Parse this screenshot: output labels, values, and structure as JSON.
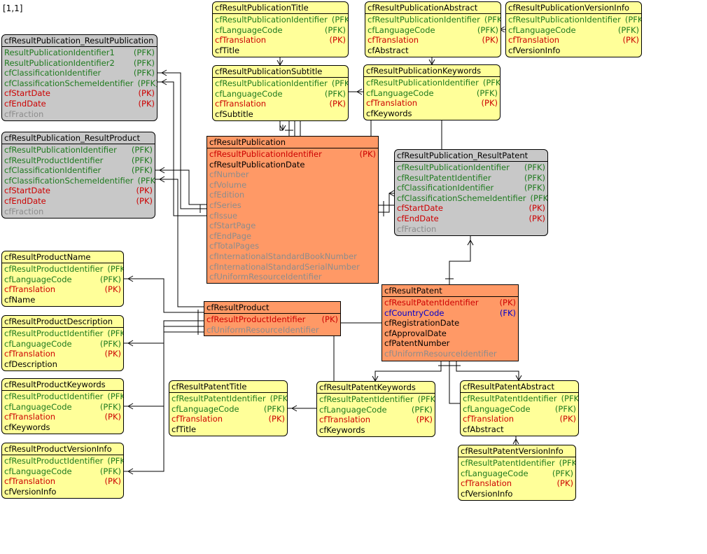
{
  "corner_label": "[1,1]",
  "entities": [
    {
      "id": "rp_title",
      "name": "cfResultPublicationTitle",
      "color": "yellow",
      "attrs": [
        {
          "n": "cfResultPublicationIdentifier",
          "k": "(PFK)",
          "t": "pfk"
        },
        {
          "n": "cfLanguageCode",
          "k": "(PFK)",
          "t": "pfk"
        },
        {
          "n": "cfTranslation",
          "k": "(PK)",
          "t": "pk"
        },
        {
          "n": "cfTitle",
          "k": "",
          "t": "plain"
        }
      ]
    },
    {
      "id": "rp_abstract",
      "name": "cfResultPublicationAbstract",
      "color": "yellow",
      "attrs": [
        {
          "n": "cfResultPublicationIdentifier",
          "k": "(PFK)",
          "t": "pfk"
        },
        {
          "n": "cfLanguageCode",
          "k": "(PFK)",
          "t": "pfk"
        },
        {
          "n": "cfTranslation",
          "k": "(PK)",
          "t": "pk"
        },
        {
          "n": "cfAbstract",
          "k": "",
          "t": "plain"
        }
      ]
    },
    {
      "id": "rp_versioninfo",
      "name": "cfResultPublicationVersionInfo",
      "color": "yellow",
      "attrs": [
        {
          "n": "cfResultPublicationIdentifier",
          "k": "(PFK)",
          "t": "pfk"
        },
        {
          "n": "cfLanguageCode",
          "k": "(PFK)",
          "t": "pfk"
        },
        {
          "n": "cfTranslation",
          "k": "(PK)",
          "t": "pk"
        },
        {
          "n": "cfVersionInfo",
          "k": "",
          "t": "plain"
        }
      ]
    },
    {
      "id": "rp_rp",
      "name": "cfResultPublication_ResultPublication",
      "color": "gray",
      "attrs": [
        {
          "n": "ResultPublicationIdentifier1",
          "k": "(PFK)",
          "t": "pfk"
        },
        {
          "n": "ResultPublicationIdentifier2",
          "k": "(PFK)",
          "t": "pfk"
        },
        {
          "n": "cfClassificationIdentifier",
          "k": "(PFK)",
          "t": "pfk"
        },
        {
          "n": "cfClassificationSchemeIdentifier",
          "k": "(PFK)",
          "t": "pfk"
        },
        {
          "n": "cfStartDate",
          "k": "(PK)",
          "t": "pk"
        },
        {
          "n": "cfEndDate",
          "k": "(PK)",
          "t": "pk"
        },
        {
          "n": "cfFraction",
          "k": "",
          "t": "opt"
        }
      ]
    },
    {
      "id": "rp_subtitle",
      "name": "cfResultPublicationSubtitle",
      "color": "yellow",
      "attrs": [
        {
          "n": "cfResultPublicationIdentifier",
          "k": "(PFK)",
          "t": "pfk"
        },
        {
          "n": "cfLanguageCode",
          "k": "(PFK)",
          "t": "pfk"
        },
        {
          "n": "cfTranslation",
          "k": "(PK)",
          "t": "pk"
        },
        {
          "n": "cfSubtitle",
          "k": "",
          "t": "plain"
        }
      ]
    },
    {
      "id": "rp_keywords",
      "name": "cfResultPublicationKeywords",
      "color": "yellow",
      "attrs": [
        {
          "n": "cfResultPublicationIdentifier",
          "k": "(PFK)",
          "t": "pfk"
        },
        {
          "n": "cfLanguageCode",
          "k": "(PFK)",
          "t": "pfk"
        },
        {
          "n": "cfTranslation",
          "k": "(PK)",
          "t": "pk"
        },
        {
          "n": "cfKeywords",
          "k": "",
          "t": "plain"
        }
      ]
    },
    {
      "id": "rp_rprod",
      "name": "cfResultPublication_ResultProduct",
      "color": "gray",
      "attrs": [
        {
          "n": "cfResultPublicationIdentifier",
          "k": "(PFK)",
          "t": "pfk"
        },
        {
          "n": "cfResultProductIdentifier",
          "k": "(PFK)",
          "t": "pfk"
        },
        {
          "n": "cfClassificationIdentifier",
          "k": "(PFK)",
          "t": "pfk"
        },
        {
          "n": "cfClassificationSchemeIdentifier",
          "k": "(PFK)",
          "t": "pfk"
        },
        {
          "n": "cfStartDate",
          "k": "(PK)",
          "t": "pk"
        },
        {
          "n": "cfEndDate",
          "k": "(PK)",
          "t": "pk"
        },
        {
          "n": "cfFraction",
          "k": "",
          "t": "opt"
        }
      ]
    },
    {
      "id": "rp",
      "name": "cfResultPublication",
      "color": "orange",
      "attrs": [
        {
          "n": "cfResultPublicationIdentifier",
          "k": "(PK)",
          "t": "pk"
        },
        {
          "n": "cfResultPublicationDate",
          "k": "",
          "t": "plain"
        },
        {
          "n": "cfNumber",
          "k": "",
          "t": "opt"
        },
        {
          "n": "cfVolume",
          "k": "",
          "t": "opt"
        },
        {
          "n": "cfEdition",
          "k": "",
          "t": "opt"
        },
        {
          "n": "cfSeries",
          "k": "",
          "t": "opt"
        },
        {
          "n": "cfIssue",
          "k": "",
          "t": "opt"
        },
        {
          "n": "cfStartPage",
          "k": "",
          "t": "opt"
        },
        {
          "n": "cfEndPage",
          "k": "",
          "t": "opt"
        },
        {
          "n": "cfTotalPages",
          "k": "",
          "t": "opt"
        },
        {
          "n": "cfInternationalStandardBookNumber",
          "k": "",
          "t": "opt"
        },
        {
          "n": "cfInternationalStandardSerialNumber",
          "k": "",
          "t": "opt"
        },
        {
          "n": "cfUniformResourceIdentifier",
          "k": "",
          "t": "opt"
        }
      ]
    },
    {
      "id": "rp_rpat",
      "name": "cfResultPublication_ResultPatent",
      "color": "gray",
      "attrs": [
        {
          "n": "cfResultPublicationIdentifier",
          "k": "(PFK)",
          "t": "pfk"
        },
        {
          "n": "cfResultPatentIdentifier",
          "k": "(PFK)",
          "t": "pfk"
        },
        {
          "n": "cfClassificationIdentifier",
          "k": "(PFK)",
          "t": "pfk"
        },
        {
          "n": "cfClassificationSchemeIdentifier",
          "k": "(PFK)",
          "t": "pfk"
        },
        {
          "n": "cfStartDate",
          "k": "(PK)",
          "t": "pk"
        },
        {
          "n": "cfEndDate",
          "k": "(PK)",
          "t": "pk"
        },
        {
          "n": "cfFraction",
          "k": "",
          "t": "opt"
        }
      ]
    },
    {
      "id": "rprod_name",
      "name": "cfResultProductName",
      "color": "yellow",
      "attrs": [
        {
          "n": "cfResultProductIdentifier",
          "k": "(PFK)",
          "t": "pfk"
        },
        {
          "n": "cfLanguageCode",
          "k": "(PFK)",
          "t": "pfk"
        },
        {
          "n": "cfTranslation",
          "k": "(PK)",
          "t": "pk"
        },
        {
          "n": "cfName",
          "k": "",
          "t": "plain"
        }
      ]
    },
    {
      "id": "rprod",
      "name": "cfResultProduct",
      "color": "orange",
      "attrs": [
        {
          "n": "cfResultProductIdentifier",
          "k": "(PK)",
          "t": "pk"
        },
        {
          "n": "cfUniformResourceIdentifier",
          "k": "",
          "t": "opt"
        }
      ]
    },
    {
      "id": "rpat",
      "name": "cfResultPatent",
      "color": "orange",
      "attrs": [
        {
          "n": "cfResultPatentIdentifier",
          "k": "(PK)",
          "t": "pk"
        },
        {
          "n": "cfCountryCode",
          "k": "(FK)",
          "t": "fk"
        },
        {
          "n": "cfRegistrationDate",
          "k": "",
          "t": "plain"
        },
        {
          "n": "cfApprovalDate",
          "k": "",
          "t": "plain"
        },
        {
          "n": "cfPatentNumber",
          "k": "",
          "t": "plain"
        },
        {
          "n": "cfUniformResourceIdentifier",
          "k": "",
          "t": "opt"
        }
      ]
    },
    {
      "id": "rprod_desc",
      "name": "cfResultProductDescription",
      "color": "yellow",
      "attrs": [
        {
          "n": "cfResultProductIdentifier",
          "k": "(PFK)",
          "t": "pfk"
        },
        {
          "n": "cfLanguageCode",
          "k": "(PFK)",
          "t": "pfk"
        },
        {
          "n": "cfTranslation",
          "k": "(PK)",
          "t": "pk"
        },
        {
          "n": "cfDescription",
          "k": "",
          "t": "plain"
        }
      ]
    },
    {
      "id": "rprod_kw",
      "name": "cfResultProductKeywords",
      "color": "yellow",
      "attrs": [
        {
          "n": "cfResultProductIdentifier",
          "k": "(PFK)",
          "t": "pfk"
        },
        {
          "n": "cfLanguageCode",
          "k": "(PFK)",
          "t": "pfk"
        },
        {
          "n": "cfTranslation",
          "k": "(PK)",
          "t": "pk"
        },
        {
          "n": "cfKeywords",
          "k": "",
          "t": "plain"
        }
      ]
    },
    {
      "id": "rpat_title",
      "name": "cfResultPatentTitle",
      "color": "yellow",
      "attrs": [
        {
          "n": "cfResultPatentIdentifier",
          "k": "(PFK)",
          "t": "pfk"
        },
        {
          "n": "cfLanguageCode",
          "k": "(PFK)",
          "t": "pfk"
        },
        {
          "n": "cfTranslation",
          "k": "(PK)",
          "t": "pk"
        },
        {
          "n": "cfTitle",
          "k": "",
          "t": "plain"
        }
      ]
    },
    {
      "id": "rpat_kw",
      "name": "cfResultPatentKeywords",
      "color": "yellow",
      "attrs": [
        {
          "n": "cfResultPatentIdentifier",
          "k": "(PFK)",
          "t": "pfk"
        },
        {
          "n": "cfLanguageCode",
          "k": "(PFK)",
          "t": "pfk"
        },
        {
          "n": "cfTranslation",
          "k": "(PK)",
          "t": "pk"
        },
        {
          "n": "cfKeywords",
          "k": "",
          "t": "plain"
        }
      ]
    },
    {
      "id": "rpat_abs",
      "name": "cfResultPatentAbstract",
      "color": "yellow",
      "attrs": [
        {
          "n": "cfResultPatentIdentifier",
          "k": "(PFK)",
          "t": "pfk"
        },
        {
          "n": "cfLanguageCode",
          "k": "(PFK)",
          "t": "pfk"
        },
        {
          "n": "cfTranslation",
          "k": "(PK)",
          "t": "pk"
        },
        {
          "n": "cfAbstract",
          "k": "",
          "t": "plain"
        }
      ]
    },
    {
      "id": "rprod_vi",
      "name": "cfResultProductVersionInfo",
      "color": "yellow",
      "attrs": [
        {
          "n": "cfResultProductIdentifier",
          "k": "(PFK)",
          "t": "pfk"
        },
        {
          "n": "cfLanguageCode",
          "k": "(PFK)",
          "t": "pfk"
        },
        {
          "n": "cfTranslation",
          "k": "(PK)",
          "t": "pk"
        },
        {
          "n": "cfVersionInfo",
          "k": "",
          "t": "plain"
        }
      ]
    },
    {
      "id": "rpat_vi",
      "name": "cfResultPatentVersionInfo",
      "color": "yellow",
      "attrs": [
        {
          "n": "cfResultPatentIdentifier",
          "k": "(PFK)",
          "t": "pfk"
        },
        {
          "n": "cfLanguageCode",
          "k": "(PFK)",
          "t": "pfk"
        },
        {
          "n": "cfTranslation",
          "k": "(PK)",
          "t": "pk"
        },
        {
          "n": "cfVersionInfo",
          "k": "",
          "t": "plain"
        }
      ]
    }
  ]
}
